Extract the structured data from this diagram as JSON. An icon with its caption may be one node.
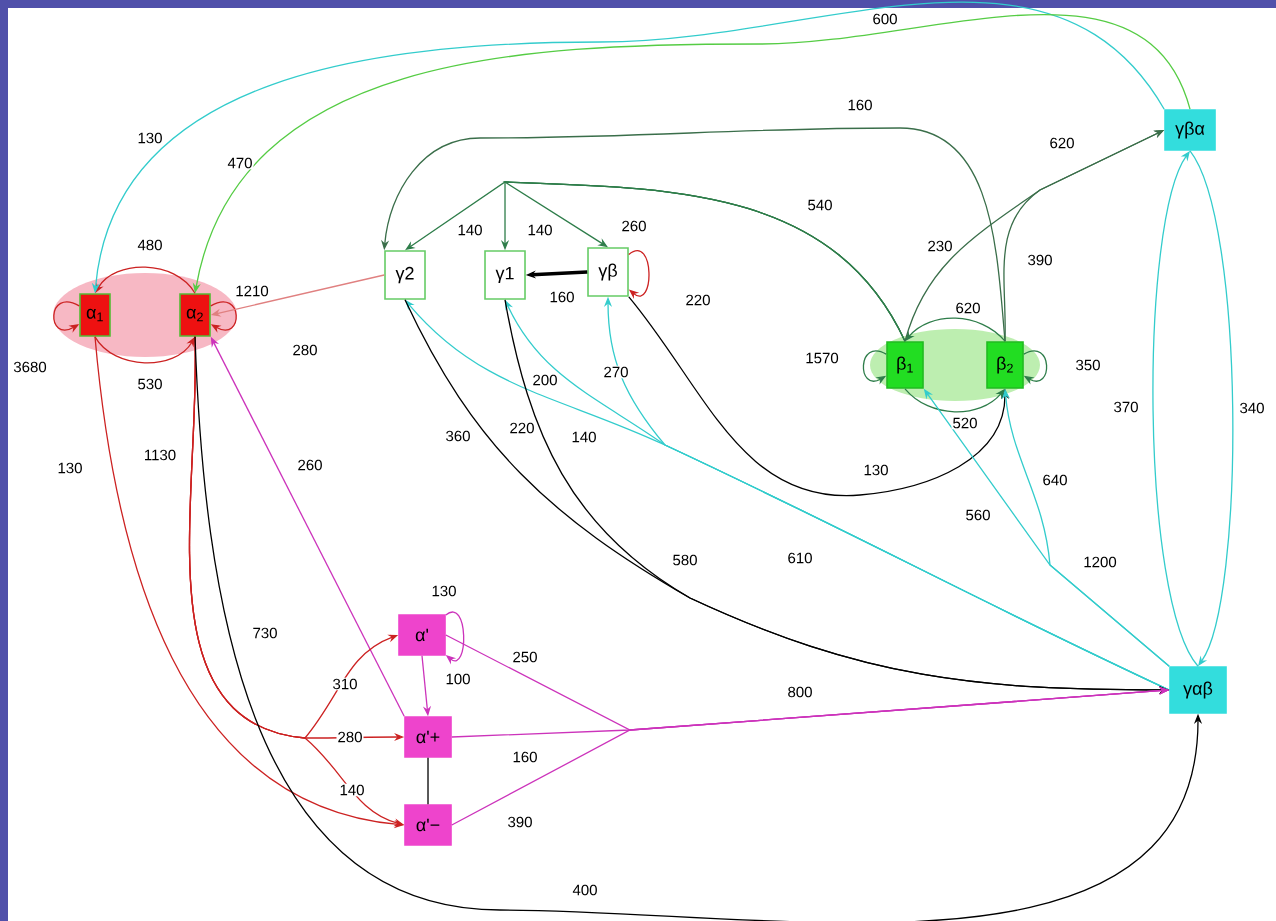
{
  "diagram": {
    "nodes": [
      {
        "text": [
          "α$_{1}$"
        ]
      },
      {
        "text": [
          "α$_{2}$"
        ]
      },
      {
        "text": [
          "γ2"
        ]
      },
      {
        "text": [
          "γ1"
        ]
      },
      {
        "text": [
          "γβ"
        ]
      },
      {
        "text": [
          "β$_{1}$"
        ]
      },
      {
        "text": [
          "β$_{2}$"
        ]
      },
      {
        "text": [
          "γβα"
        ]
      },
      {
        "text": [
          "α'"
        ]
      },
      {
        "text": [
          "α'+"
        ]
      },
      {
        "text": [
          "α'−"
        ]
      },
      {
        "text": [
          "γαβ"
        ]
      }
    ],
    "edges": [
      {
        "from": 0,
        "to": 0,
        "arrow": "to",
        "label": "3680",
        "color": "#cc2222"
      },
      {
        "from": 1,
        "to": 1,
        "arrow": "to",
        "label": "1210",
        "color": "#cc2222"
      },
      {
        "from": 1,
        "to": 0,
        "arrow": "to",
        "label": "480",
        "color": "#cc2222"
      },
      {
        "from": 0,
        "to": 1,
        "arrow": "to",
        "label": "530",
        "color": "#cc2222"
      },
      {
        "from": 7,
        "to": 0,
        "arrow": "to",
        "label": "130",
        "color": "#33cccc"
      },
      {
        "from": 7,
        "to": 1,
        "arrow": "to",
        "label": "470",
        "color": "#55cc44"
      },
      {
        "from": 2,
        "to": 1,
        "arrow": "to",
        "label": "280",
        "color": "#e08080"
      },
      {
        "from": 5,
        "to": 2,
        "arrow": "to",
        "label": "140",
        "color": "#2e7d4a"
      },
      {
        "from": 5,
        "to": 3,
        "arrow": "to",
        "label": "140",
        "color": "#2e7d4a"
      },
      {
        "from": 5,
        "to": 4,
        "arrow": "to",
        "label": "260",
        "color": "#2e7d4a"
      },
      {
        "from": 6,
        "to": 2,
        "arrow": "to",
        "label": "160",
        "color": "#3a6e4a"
      },
      {
        "from": 4,
        "to": 3,
        "arrow": "to",
        "label": "160",
        "style": "thick",
        "color": "#000000"
      },
      {
        "from": 4,
        "to": 4,
        "arrow": "to",
        "label": "220",
        "color": "#cc2222"
      },
      {
        "from": 11,
        "to": 2,
        "arrow": "to",
        "label": "140",
        "color": "#33cccc"
      },
      {
        "from": 11,
        "to": 3,
        "arrow": "to",
        "label": "200",
        "color": "#33cccc"
      },
      {
        "from": 11,
        "to": 4,
        "arrow": "to",
        "label": "270",
        "color": "#33cccc"
      },
      {
        "from": 2,
        "to": 11,
        "arrow": "to",
        "label": "360",
        "color": "#000000"
      },
      {
        "from": 3,
        "to": 11,
        "arrow": "to",
        "label": "220",
        "color": "#000000"
      },
      {
        "from": 4,
        "to": 6,
        "arrow": "to",
        "label": "130",
        "color": "#000000"
      },
      {
        "from": 6,
        "to": 6,
        "arrow": "to",
        "label": "350",
        "color": "#2e7d4a"
      },
      {
        "from": 5,
        "to": 5,
        "arrow": "to",
        "label": "1570",
        "color": "#2e7d4a"
      },
      {
        "from": 6,
        "to": 5,
        "arrow": "to",
        "label": "620",
        "color": "#2e7d4a"
      },
      {
        "from": 5,
        "to": 6,
        "arrow": "to",
        "label": "520",
        "color": "#2e7d4a"
      },
      {
        "from": 5,
        "to": 7,
        "arrow": "to",
        "label": "230",
        "color": "#3a6e4a"
      },
      {
        "from": 6,
        "to": 7,
        "arrow": "to",
        "label": "390",
        "color": "#3a6e4a"
      },
      {
        "from": 11,
        "to": 5,
        "arrow": "to",
        "label": "560",
        "color": "#33cccc"
      },
      {
        "from": 11,
        "to": 6,
        "arrow": "to",
        "label": "640",
        "color": "#33cccc"
      },
      {
        "from": 7,
        "to": 11,
        "arrow": "to",
        "label": "340",
        "color": "#33cccc"
      },
      {
        "from": 11,
        "to": 7,
        "arrow": "to",
        "label": "370",
        "color": "#33cccc"
      },
      {
        "from": 8,
        "to": 8,
        "arrow": "to",
        "label": "130",
        "color": "#cc33bb"
      },
      {
        "from": 8,
        "to": 9,
        "arrow": "to",
        "label": "100",
        "color": "#cc33bb"
      },
      {
        "from": 9,
        "to": 10,
        "arrow": "none",
        "color": "#000000"
      },
      {
        "from": 9,
        "to": 1,
        "arrow": "to",
        "label": "260",
        "color": "#cc33bb"
      },
      {
        "from": 8,
        "to": 11,
        "arrow": "to",
        "label": "250",
        "color": "#cc33bb"
      },
      {
        "from": 9,
        "to": 11,
        "arrow": "to",
        "label": "160",
        "color": "#cc33bb"
      },
      {
        "from": 10,
        "to": 11,
        "arrow": "to",
        "label": "390",
        "color": "#cc33bb"
      },
      {
        "from": 0,
        "to": 10,
        "arrow": "to",
        "label": "130",
        "color": "#cc2222"
      },
      {
        "from": 1,
        "to": 8,
        "arrow": "to",
        "label": "310",
        "color": "#cc2222"
      },
      {
        "from": 1,
        "to": 9,
        "arrow": "to",
        "label": "280",
        "color": "#cc2222"
      },
      {
        "from": 1,
        "to": 10,
        "arrow": "to",
        "label": "140",
        "color": "#cc2222"
      },
      {
        "from": 1,
        "to": 11,
        "arrow": "to",
        "label": "1130",
        "color": "#000000"
      }
    ],
    "labels": [
      "600",
      "540",
      "620",
      "1200",
      "610",
      "580",
      "800",
      "730",
      "400"
    ]
  }
}
